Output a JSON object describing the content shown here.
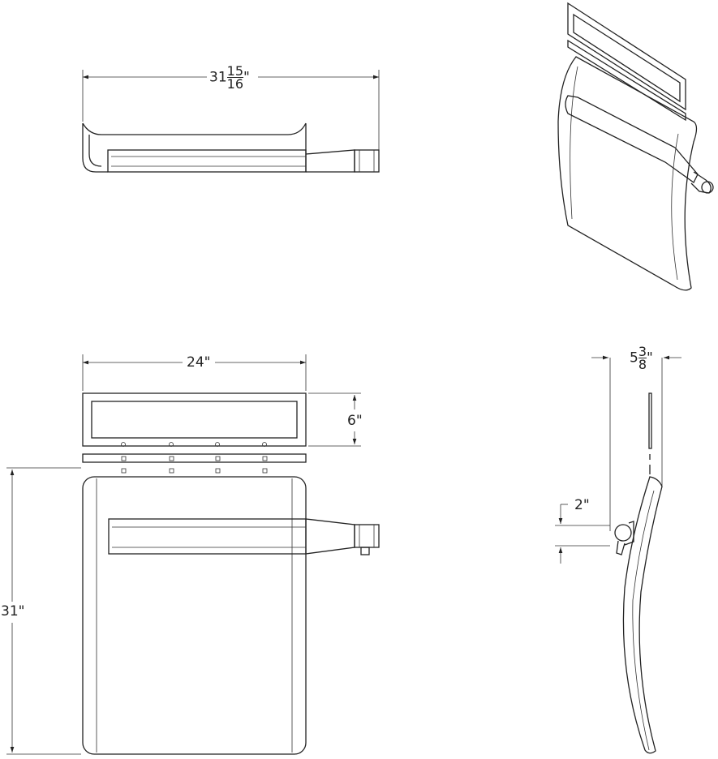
{
  "dimensions": {
    "top_width": {
      "whole": "31",
      "numerator": "15",
      "denominator": "16",
      "unit": "\""
    },
    "front_width": "24\"",
    "frame_height": "6\"",
    "panel_height": "31\"",
    "side_depth": {
      "whole": "5",
      "numerator": "3",
      "denominator": "8",
      "unit": "\""
    },
    "arm_offset": "2\""
  },
  "colors": {
    "line": "#222222",
    "background": "#ffffff"
  }
}
